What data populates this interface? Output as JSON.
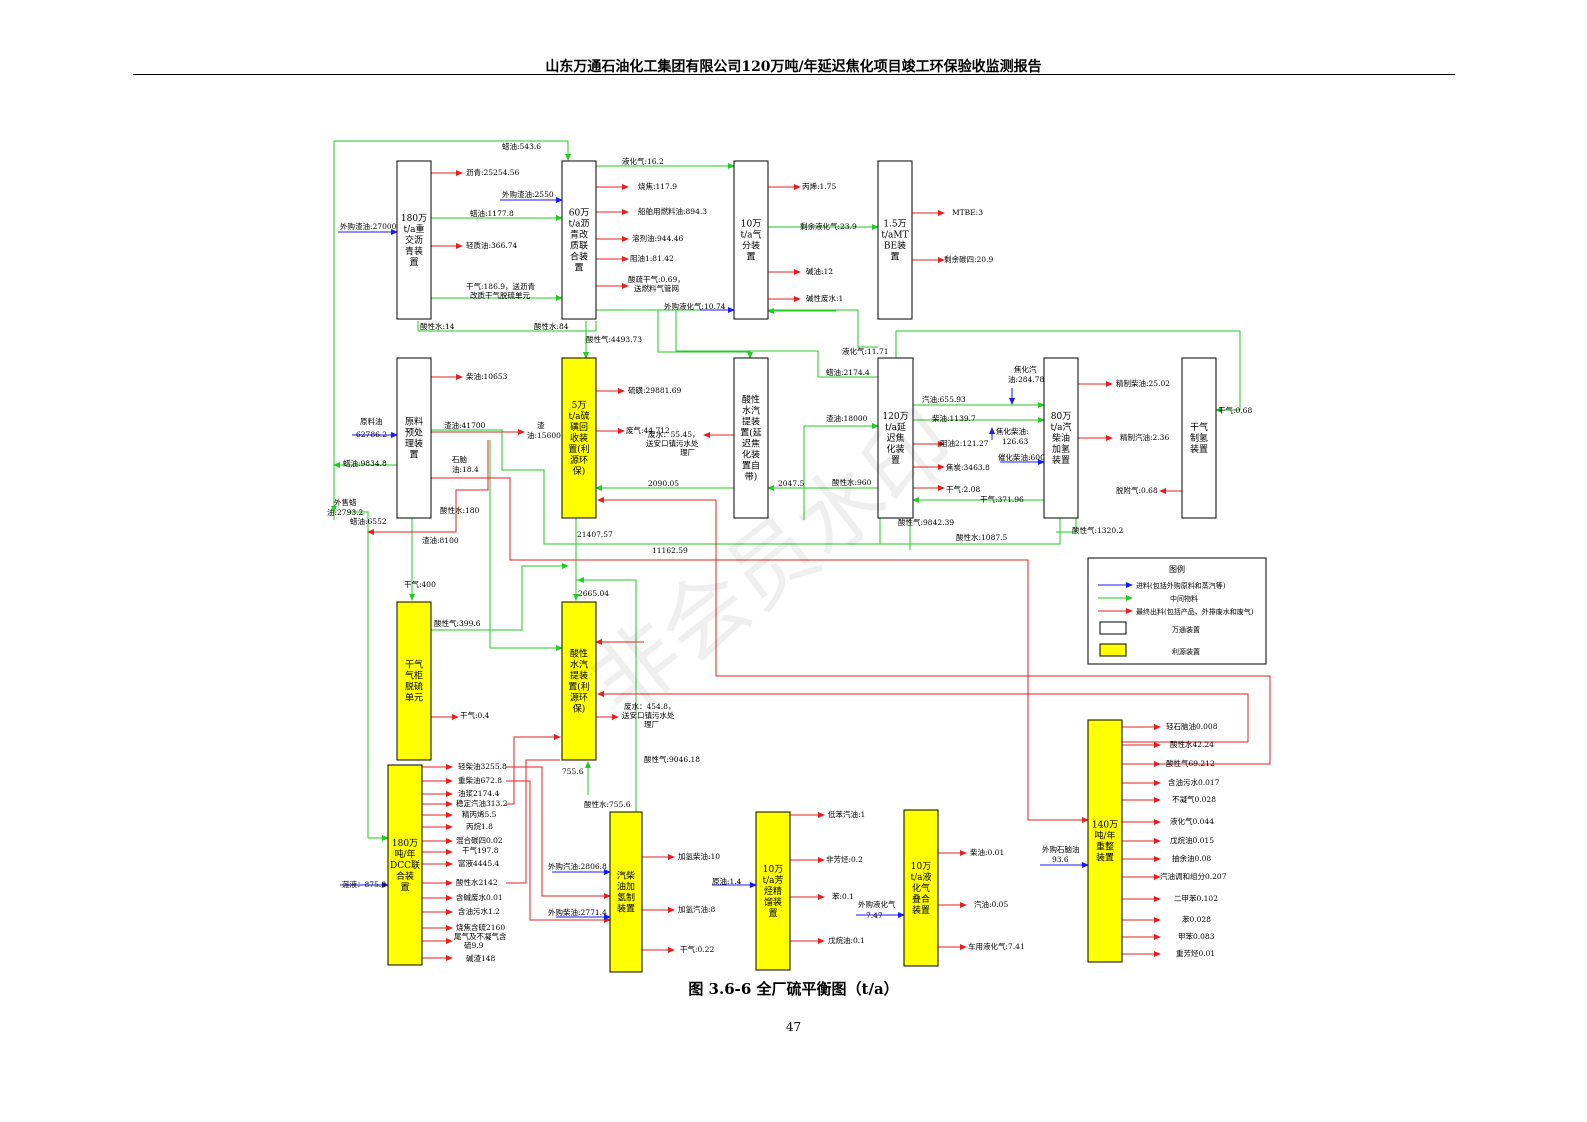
{
  "header": "山东万通石油化工集团有限公司120万吨/年延迟焦化项目竣工环保验收监测报告",
  "caption": "图 3.6-6 全厂硫平衡图（t/a）",
  "page_number": "47",
  "watermark": "非会员水印",
  "colors": {
    "feed": "#1a1aff",
    "intermediate": "#22cc22",
    "output": "#e62020",
    "own_box": "#ffffff",
    "lease_box": "#ffff00",
    "box_border": "#000000"
  },
  "legend": {
    "title": "图例",
    "feed": "进料(包括外购原料和蒸汽等)",
    "intermediate": "中间物料",
    "output": "最终出料(包括产品、外排废水和废气)",
    "own": "万通装置",
    "lease": "利源装置"
  },
  "units": [
    {
      "id": "u180",
      "label": [
        "180万",
        "t/a重",
        "交沥",
        "青装",
        "置"
      ],
      "fill": "own"
    },
    {
      "id": "u60",
      "label": [
        "60万",
        "t/a沥",
        "青改",
        "质联",
        "合装",
        "置"
      ],
      "fill": "own"
    },
    {
      "id": "u10gas",
      "label": [
        "10万",
        "t/a气",
        "分装",
        "置"
      ],
      "fill": "own"
    },
    {
      "id": "u15",
      "label": [
        "1.5万",
        "t/aMT",
        "BE装",
        "置"
      ],
      "fill": "own"
    },
    {
      "id": "uraw",
      "label": [
        "原料",
        "预处",
        "理装",
        "置"
      ],
      "fill": "own"
    },
    {
      "id": "u5s",
      "label": [
        "5万",
        "t/a硫",
        "磺回",
        "收装",
        "置(利",
        "源环",
        "保)"
      ],
      "fill": "lease"
    },
    {
      "id": "usw1",
      "label": [
        "酸性",
        "水汽",
        "提装",
        "置(延",
        "迟焦",
        "化装",
        "置自",
        "带)"
      ],
      "fill": "own"
    },
    {
      "id": "u120",
      "label": [
        "120万",
        "t/a延",
        "迟焦",
        "化装",
        "置"
      ],
      "fill": "own"
    },
    {
      "id": "u80",
      "label": [
        "80万",
        "t/a汽",
        "柴油",
        "加氢",
        "装置"
      ],
      "fill": "own"
    },
    {
      "id": "uh2",
      "label": [
        "干气",
        "制氢",
        "装置"
      ],
      "fill": "own"
    },
    {
      "id": "udry",
      "label": [
        "干气",
        "气柜",
        "脱硫",
        "单元"
      ],
      "fill": "lease"
    },
    {
      "id": "usw2",
      "label": [
        "酸性",
        "水汽",
        "提装",
        "置(利",
        "源环",
        "保)"
      ],
      "fill": "lease"
    },
    {
      "id": "udcc",
      "label": [
        "180万",
        "吨/年",
        "DCC联",
        "合装",
        "置"
      ],
      "fill": "lease"
    },
    {
      "id": "uhyd",
      "label": [
        "汽柴",
        "油加",
        "氢制",
        "装置"
      ],
      "fill": "lease"
    },
    {
      "id": "u10aro",
      "label": [
        "10万",
        "t/a芳",
        "烃精",
        "馏装",
        "置"
      ],
      "fill": "lease"
    },
    {
      "id": "u10lpg",
      "label": [
        "10万",
        "t/a液",
        "化气",
        "叠合",
        "装置"
      ],
      "fill": "lease"
    },
    {
      "id": "u140",
      "label": [
        "140万",
        "吨/年",
        "重整",
        "装置"
      ],
      "fill": "lease"
    }
  ],
  "labels": {
    "l_xy": "蜡油:543.6",
    "l_wg": "外购渣油:27000",
    "l_lq": "沥青:25254.56",
    "l_ly": "蜡油:1177.8",
    "l_qz": "轻质油:366.74",
    "l_gq1": "干气:186.9，送沥青",
    "l_gq2": "改质干气脱硫单元",
    "l_sw14": "酸性水:14",
    "l_yhq": "液化气:16.2",
    "l_wgzy": "外购渣油:2550",
    "l_sj": "烧焦:117.9",
    "l_cb": "船舶用燃料油:894.3",
    "l_ls": "溶剂油:944.46",
    "l_zy": "阻油1:81.42",
    "l_sl1": "酸疏干气:0.69，",
    "l_sl2": "送燃料气管网",
    "l_sw84": "酸性水:84",
    "l_sq4493": "酸性气:4493.73",
    "l_bx": "丙烯:1.75",
    "l_syyh": "剩余液化气:23.9",
    "l_jy12": "碱油:12",
    "l_jxfs": "碱性废水:1",
    "l_wgyh": "外购液化气:10.74",
    "l_mtbe": "MTBE:3",
    "l_sysd": "剩余碳四:20.9",
    "l_cy10653": "柴油:10653",
    "l_yly1": "原料油",
    "l_yly2": "62786.2",
    "l_zy41700": "渣油:41700",
    "l_zy15600a": "渣",
    "l_zy15600b": "油:15600",
    "l_sl1a": "石脑",
    "l_sl1b": "油:18.4",
    "l_ly9834": "蜡油:9834.8",
    "l_wsl1": "外售蜡",
    "l_wsl2": "油:2793.2",
    "l_ly6552": "蜡油:6552",
    "l_sw180": "酸性水:180",
    "l_zy8100": "渣油:8100",
    "l_lh": "硫磺:29881.69",
    "l_fq": "废气:44.712",
    "l_fs1": "废水：55.45，",
    "l_fs2": "送安口镇污水处",
    "l_fs3": "理厂",
    "l_2090": "2090.05",
    "l_2047": "2047.5",
    "l_21407": "21407.57",
    "l_11162": "11162.59",
    "l_yhq1171": "液化气:11.71",
    "l_ly2174": "蜡油:2174.4",
    "l_qy655": "汽油:655.93",
    "l_cy1139": "柴油:1139.7",
    "l_zy2121": "阻油2:121.27",
    "l_jt": "焦炭:3463.8",
    "l_gq208": "干气:2.08",
    "l_sw960": "酸性水:960",
    "l_zy18000": "渣油:18000",
    "l_sq9842": "酸性气:9842.39",
    "l_sw1087": "酸性水:1087.5",
    "l_jhqy1": "焦化汽",
    "l_jhqy2": "油:284.78",
    "l_jhcy1": "焦化柴油:",
    "l_jhcy2": "126.63",
    "l_chcy": "催化柴油:600",
    "l_gq371": "干气:371.96",
    "l_jzcy": "精制柴油:25.02",
    "l_jzqy": "精制汽油:2.36",
    "l_tfq": "脱附气:0.68",
    "l_sq1320": "酸性气:1320.2",
    "l_gq068": "干气:0.68",
    "l_gq400": "干气:400",
    "l_sq399": "酸性气:399.6",
    "l_gq04": "干气:0.4",
    "l_2665": "2665.04",
    "l_fs4548a": "废水：454.8，",
    "l_fs4548b": "送安口镇污水处",
    "l_fs4548c": "理厂",
    "l_sq9046": "酸性气:9046.18",
    "l_7556a": "755.6",
    "l_sw7556": "酸性水:755.6",
    "l_qcy": "轻柴油3255.8",
    "l_zcy": "重柴油672.8",
    "l_yj": "油浆2174.4",
    "l_wdqy": "稳定汽油313.2",
    "l_jbx": "精丙烯5.5",
    "l_dt": "丙烷1.8",
    "l_hhtw": "混合碳四0.02",
    "l_gq1978": "干气197.8",
    "l_fy": "富液4445.4",
    "l_sw2142": "酸性水2142",
    "l_hjfs": "含碱废水0.01",
    "l_hywsa": "含油污水1.2",
    "l_sjhl": "烧焦含硫2160",
    "l_wq1": "尾气及不凝气含",
    "l_wq2": "硫9.9",
    "l_jz148": "碱渣148",
    "l_jy8759": "蒎液：875.9",
    "l_wgqy": "外购汽油:2806.8",
    "l_wgcy": "外购柴油:2771.4",
    "l_jqcy": "加氢柴油:10",
    "l_jqqy": "加氢汽油:8",
    "l_gq022": "干气:0.22",
    "l_dbqy": "低苯汽油:1",
    "l_ffj": "非芳烃:0.2",
    "l_ben": "苯:0.1",
    "l_wgyhq": "外购液化气",
    "l_747": "7.47",
    "l_wyh": "戊烷油:0.1",
    "l_yd": "原油:1.4",
    "l_cy001": "柴油:0.01",
    "l_qy005": "汽油:0.05",
    "l_cyyh": "车用液化气:7.41",
    "l_qsn": "轻石脑油0.008",
    "l_sw4224": "酸性水42.24",
    "l_sq69": "酸性气69.212",
    "l_hyws": "含油污水0.017",
    "l_bnq": "不凝气0.028",
    "l_yhq044": "液化气0.044",
    "l_wwy": "戊烷油0.015",
    "l_cyy": "抽余油0.08",
    "l_qytz": "汽油调和组分0.207",
    "l_ejb": "二甲苯0.102",
    "l_ben028": "苯0.028",
    "l_jb": "甲苯0.083",
    "l_zfj": "重芳烃0.01",
    "l_wgsny1": "外购石脑油",
    "l_wgsny2": "93.6"
  }
}
